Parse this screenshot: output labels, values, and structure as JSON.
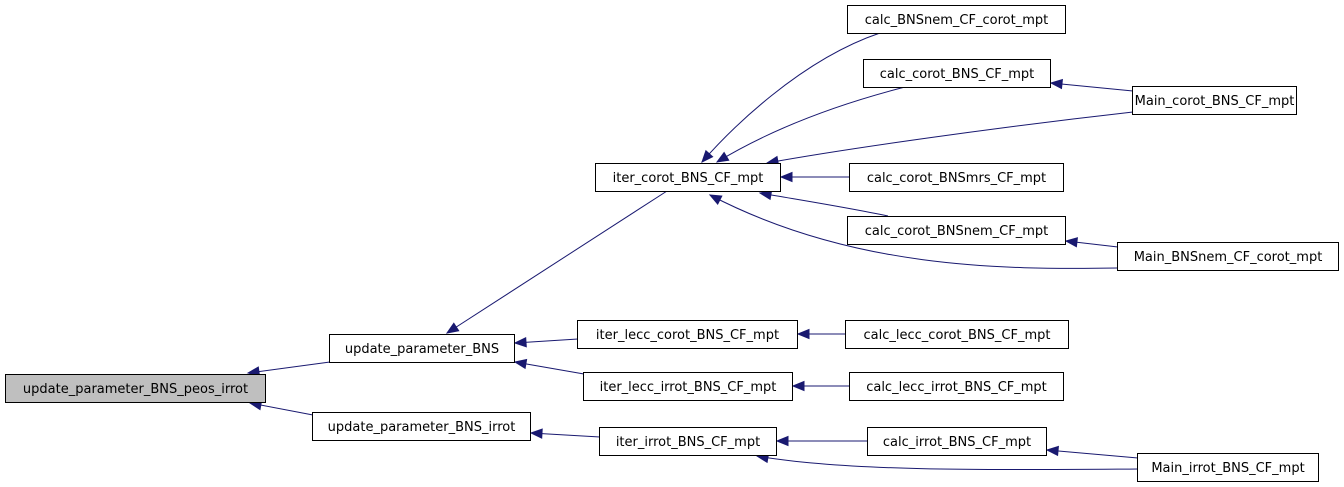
{
  "graph": {
    "nodes": [
      {
        "id": "update_parameter_BNS_peos_irrot",
        "label": "update_parameter_BNS_peos_irrot",
        "highlighted": true
      },
      {
        "id": "update_parameter_BNS",
        "label": "update_parameter_BNS"
      },
      {
        "id": "update_parameter_BNS_irrot",
        "label": "update_parameter_BNS_irrot"
      },
      {
        "id": "iter_corot_BNS_CF_mpt",
        "label": "iter_corot_BNS_CF_mpt"
      },
      {
        "id": "iter_lecc_corot_BNS_CF_mpt",
        "label": "iter_lecc_corot_BNS_CF_mpt"
      },
      {
        "id": "iter_lecc_irrot_BNS_CF_mpt",
        "label": "iter_lecc_irrot_BNS_CF_mpt"
      },
      {
        "id": "iter_irrot_BNS_CF_mpt",
        "label": "iter_irrot_BNS_CF_mpt"
      },
      {
        "id": "calc_BNSnem_CF_corot_mpt",
        "label": "calc_BNSnem_CF_corot_mpt"
      },
      {
        "id": "calc_corot_BNS_CF_mpt",
        "label": "calc_corot_BNS_CF_mpt"
      },
      {
        "id": "calc_corot_BNSmrs_CF_mpt",
        "label": "calc_corot_BNSmrs_CF_mpt"
      },
      {
        "id": "calc_corot_BNSnem_CF_mpt",
        "label": "calc_corot_BNSnem_CF_mpt"
      },
      {
        "id": "calc_lecc_corot_BNS_CF_mpt",
        "label": "calc_lecc_corot_BNS_CF_mpt"
      },
      {
        "id": "calc_lecc_irrot_BNS_CF_mpt",
        "label": "calc_lecc_irrot_BNS_CF_mpt"
      },
      {
        "id": "calc_irrot_BNS_CF_mpt",
        "label": "calc_irrot_BNS_CF_mpt"
      },
      {
        "id": "Main_corot_BNS_CF_mpt",
        "label": "Main_corot_BNS_CF_mpt"
      },
      {
        "id": "Main_BNSnem_CF_corot_mpt",
        "label": "Main_BNSnem_CF_corot_mpt"
      },
      {
        "id": "Main_irrot_BNS_CF_mpt",
        "label": "Main_irrot_BNS_CF_mpt"
      }
    ],
    "edges": [
      {
        "from": "update_parameter_BNS",
        "to": "update_parameter_BNS_peos_irrot"
      },
      {
        "from": "update_parameter_BNS_irrot",
        "to": "update_parameter_BNS_peos_irrot"
      },
      {
        "from": "iter_corot_BNS_CF_mpt",
        "to": "update_parameter_BNS"
      },
      {
        "from": "iter_lecc_corot_BNS_CF_mpt",
        "to": "update_parameter_BNS"
      },
      {
        "from": "iter_lecc_irrot_BNS_CF_mpt",
        "to": "update_parameter_BNS"
      },
      {
        "from": "iter_irrot_BNS_CF_mpt",
        "to": "update_parameter_BNS_irrot"
      },
      {
        "from": "calc_BNSnem_CF_corot_mpt",
        "to": "iter_corot_BNS_CF_mpt"
      },
      {
        "from": "calc_corot_BNS_CF_mpt",
        "to": "iter_corot_BNS_CF_mpt"
      },
      {
        "from": "Main_corot_BNS_CF_mpt",
        "to": "iter_corot_BNS_CF_mpt"
      },
      {
        "from": "calc_corot_BNSmrs_CF_mpt",
        "to": "iter_corot_BNS_CF_mpt"
      },
      {
        "from": "calc_corot_BNSnem_CF_mpt",
        "to": "iter_corot_BNS_CF_mpt"
      },
      {
        "from": "Main_BNSnem_CF_corot_mpt",
        "to": "iter_corot_BNS_CF_mpt"
      },
      {
        "from": "Main_corot_BNS_CF_mpt",
        "to": "calc_corot_BNS_CF_mpt"
      },
      {
        "from": "Main_BNSnem_CF_corot_mpt",
        "to": "calc_corot_BNSnem_CF_mpt"
      },
      {
        "from": "calc_lecc_corot_BNS_CF_mpt",
        "to": "iter_lecc_corot_BNS_CF_mpt"
      },
      {
        "from": "calc_lecc_irrot_BNS_CF_mpt",
        "to": "iter_lecc_irrot_BNS_CF_mpt"
      },
      {
        "from": "calc_irrot_BNS_CF_mpt",
        "to": "iter_irrot_BNS_CF_mpt"
      },
      {
        "from": "Main_irrot_BNS_CF_mpt",
        "to": "iter_irrot_BNS_CF_mpt"
      },
      {
        "from": "Main_irrot_BNS_CF_mpt",
        "to": "calc_irrot_BNS_CF_mpt"
      }
    ],
    "colors": {
      "edge": "#191970",
      "highlight_fill": "#bfbfbf",
      "node_fill": "#ffffff",
      "node_stroke": "#000000"
    }
  }
}
